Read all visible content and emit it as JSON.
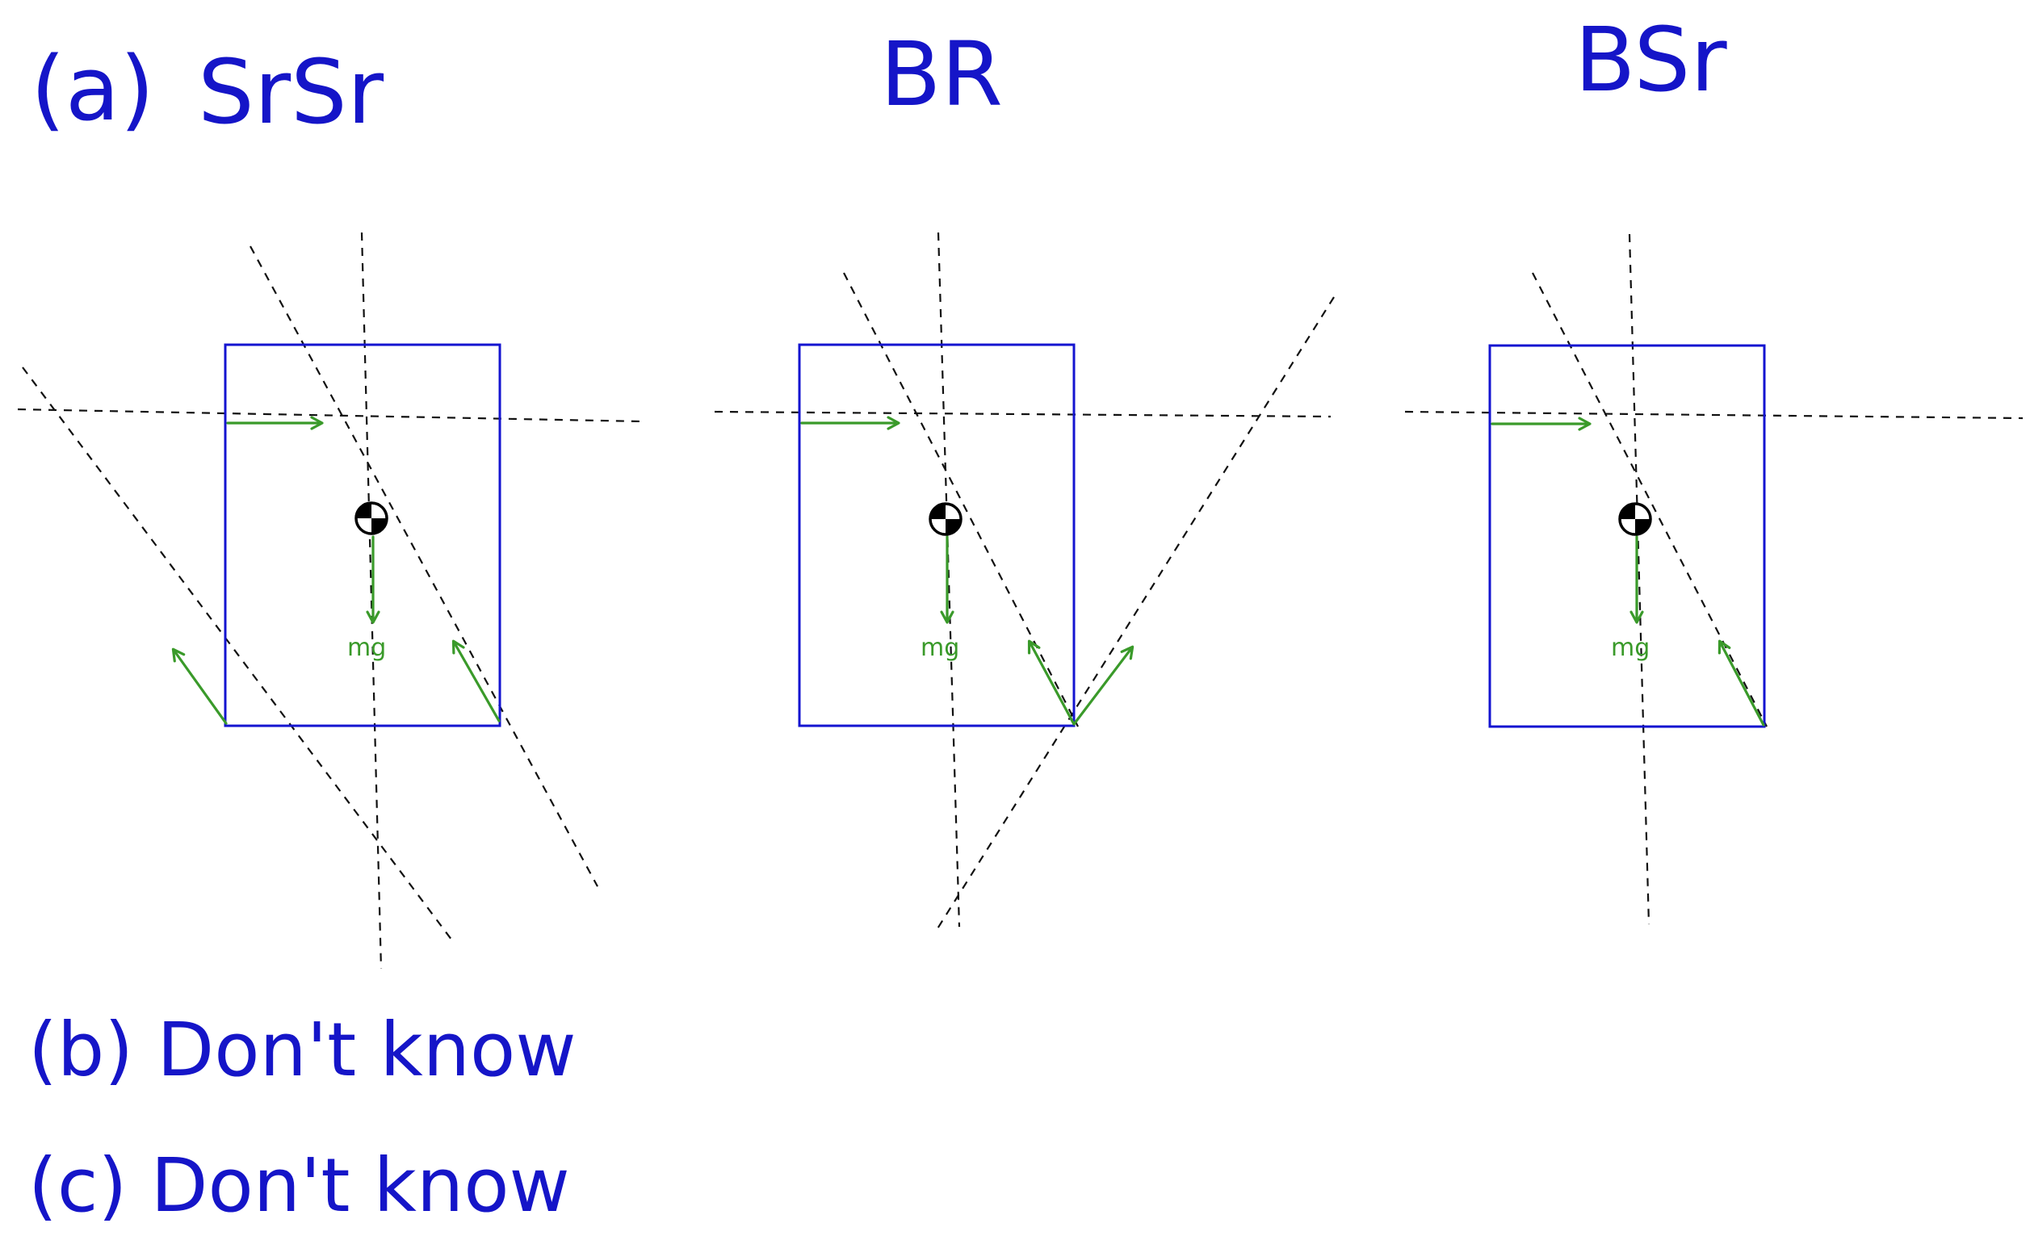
{
  "labels": {
    "part_a": "(a)",
    "diagram_1": "SrSr",
    "diagram_2": "BR",
    "diagram_3": "BSr",
    "part_b": "(b) Don't know",
    "part_c": "(c) Don't know"
  },
  "force_label": "mg",
  "colors": {
    "ink": "#1515c8",
    "box": "#1414d0",
    "force": "#3a9a2a",
    "construction": "#111111"
  }
}
